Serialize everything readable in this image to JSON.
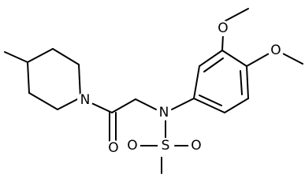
{
  "molecule": {
    "atoms": {
      "n_piperidine": "N",
      "o_carbonyl": "O",
      "n_sulfonamide": "N",
      "s_sulfonyl": "S",
      "o_sulfonyl_left": "O",
      "o_sulfonyl_right": "O",
      "o_methoxy_meta": "O",
      "o_methoxy_para": "O"
    }
  }
}
